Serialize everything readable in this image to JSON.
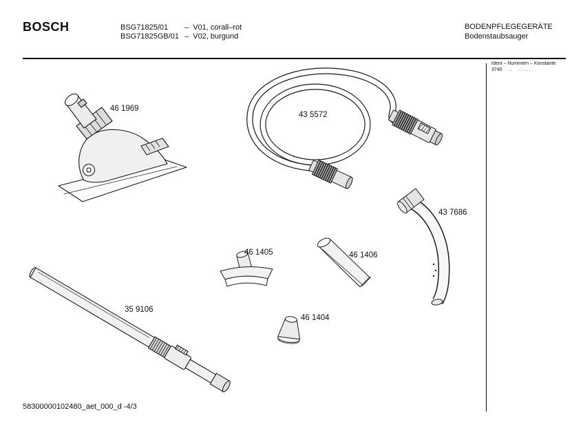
{
  "header": {
    "brand": "BOSCH",
    "models": [
      {
        "code": "BSG71825/01",
        "desc": "–  V01, corall–rot"
      },
      {
        "code": "BSG71825GB/01",
        "desc": "–  V02, burgund"
      }
    ],
    "category": "BODENPFLEGEGERÄTE",
    "subcategory": "Bodenstaubsauger"
  },
  "ident": {
    "label": "Ident – Nummern – Konstante",
    "value": "3740    . .     . . . . ."
  },
  "parts": [
    {
      "name": "floor-nozzle",
      "label": "46 1969"
    },
    {
      "name": "suction-hose",
      "label": "43 5572"
    },
    {
      "name": "bent-handle",
      "label": "43 7686"
    },
    {
      "name": "upholstery-nozzle",
      "label": "46 1405"
    },
    {
      "name": "crevice-nozzle",
      "label": "46 1406"
    },
    {
      "name": "brush-nozzle",
      "label": "46 1404"
    },
    {
      "name": "telescopic-tube",
      "label": "35 9106"
    }
  ],
  "footer": {
    "document_id": "58300000102480_aet_000_d -4/3"
  }
}
